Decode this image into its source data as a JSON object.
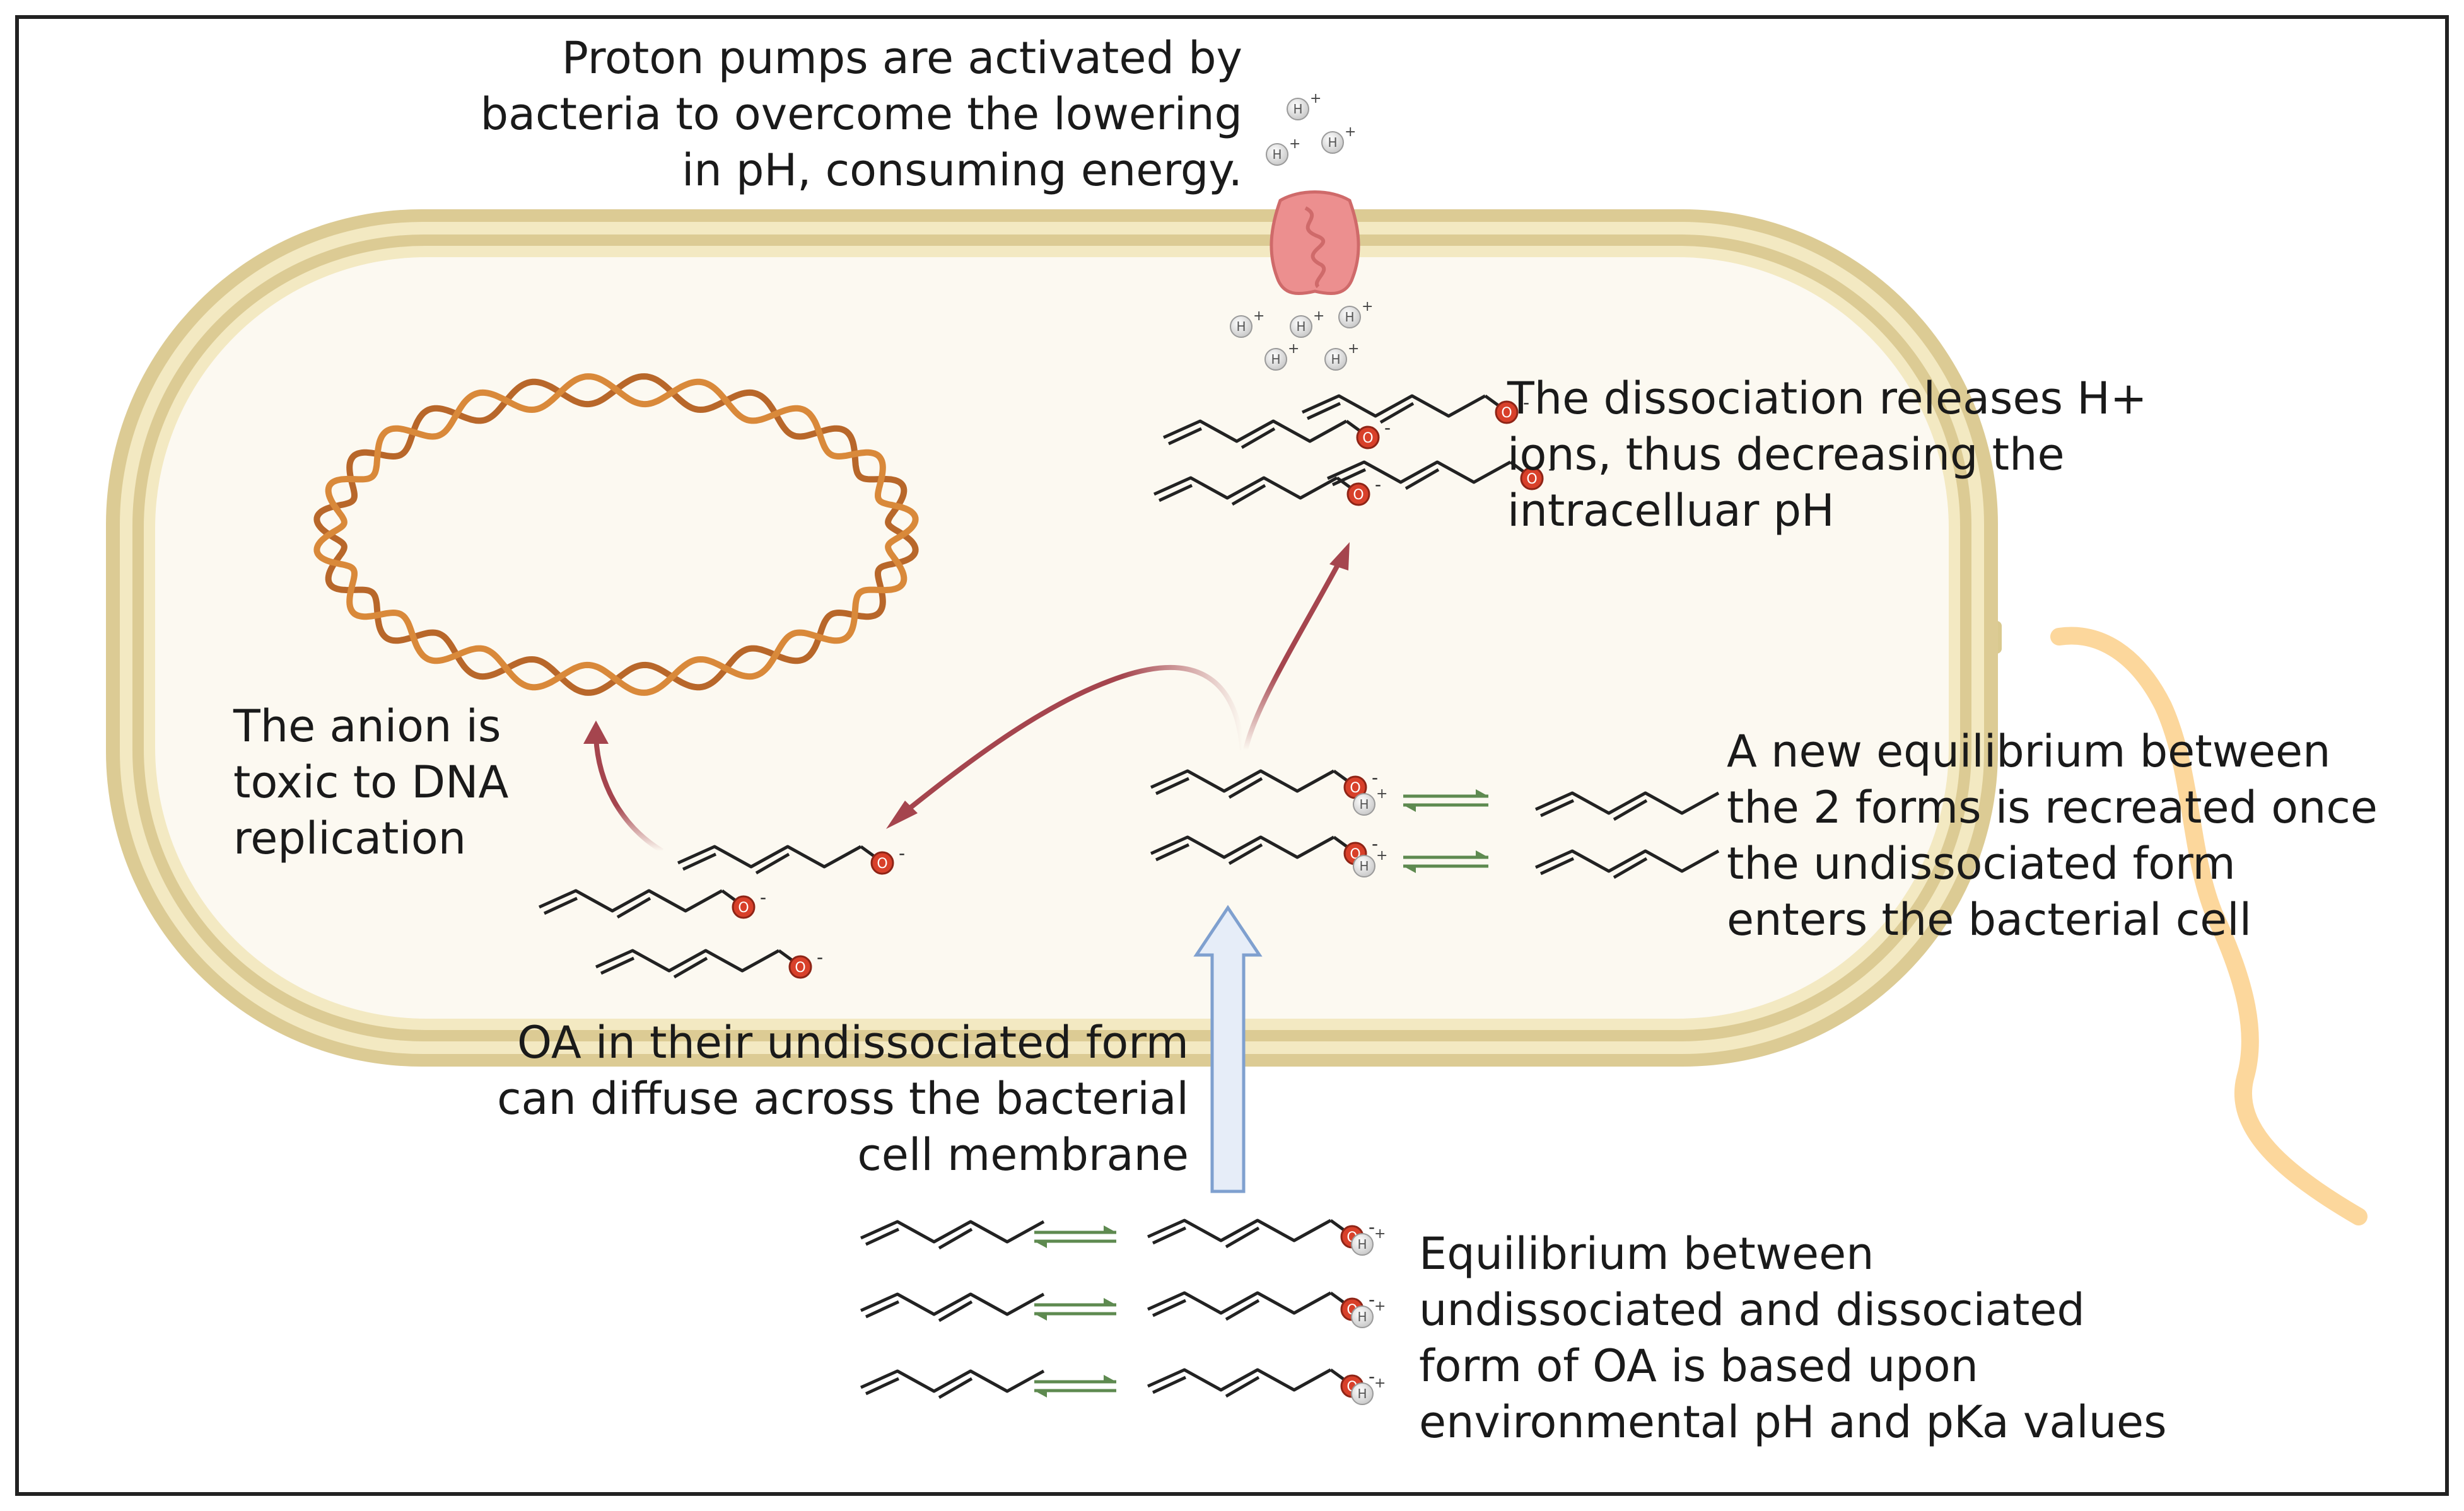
{
  "labels": {
    "proton_pumps": [
      "Proton pumps are activated by",
      "bacteria to overcome the lowering",
      "in pH, consuming energy."
    ],
    "dissociation": [
      "The dissociation releases H+",
      "ions, thus decreasing the",
      "intracelluar pH"
    ],
    "anion": [
      "The anion is",
      "toxic to DNA",
      "replication"
    ],
    "new_equilibrium": [
      "A new equilibrium between",
      "the 2 forms is recreated once",
      "the undissociated form",
      "enters the bacterial cell"
    ],
    "diffuse": [
      "OA in their undissociated form",
      "can diffuse across the bacterial",
      "cell membrane"
    ],
    "environment": [
      "Equilibrium between",
      "undissociated and dissociated",
      "form of OA is based upon",
      "environmental pH and pKa values"
    ]
  },
  "glyphs": {
    "oxygen": "O",
    "minus": "-",
    "hydrogen": "H",
    "plus": "+"
  },
  "colors": {
    "cell_wall": "#dccb94",
    "cell_wall_light": "#f1e6ba",
    "cytoplasm": "#fcf9f1",
    "dna": "#c8782f",
    "pump": "#ec8f8f",
    "flagellum": "#fcd79c",
    "arrow_red": "#a5454e",
    "arrow_blue": "#6f8ec2",
    "eq_arrow": "#5e8a50",
    "oxygen": "#d8402a",
    "ion": "#cfcfcf"
  }
}
